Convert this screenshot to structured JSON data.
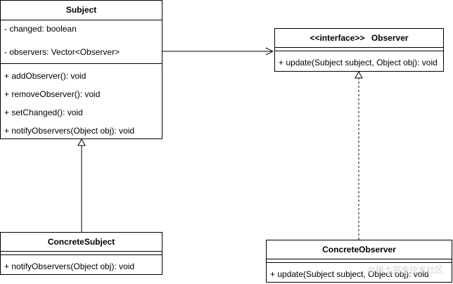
{
  "classes": {
    "subject": {
      "name": "Subject",
      "attributes": [
        "- changed: boolean",
        "- observers: Vector<Observer>"
      ],
      "methods": [
        "+ addObserver(): void",
        "+ removeObserver(): void",
        "+ setChanged(): void",
        "+ notifyObservers(Object obj): void"
      ]
    },
    "observer": {
      "stereotype": "<<interface>>",
      "name": "Observer",
      "methods": [
        "+ update(Subject subject, Object obj): void"
      ]
    },
    "concrete_subject": {
      "name": "ConcreteSubject",
      "methods": [
        "+ notifyObservers(Object obj): void"
      ]
    },
    "concrete_observer": {
      "name": "ConcreteObserver",
      "methods": [
        "+ update(Subject subject, Object obj): void"
      ]
    }
  },
  "relations": [
    {
      "from": "subject",
      "to": "observer",
      "kind": "association"
    },
    {
      "from": "concrete_subject",
      "to": "subject",
      "kind": "generalization"
    },
    {
      "from": "concrete_observer",
      "to": "observer",
      "kind": "realization"
    }
  ],
  "watermark": "@稀土掘金技术社区"
}
